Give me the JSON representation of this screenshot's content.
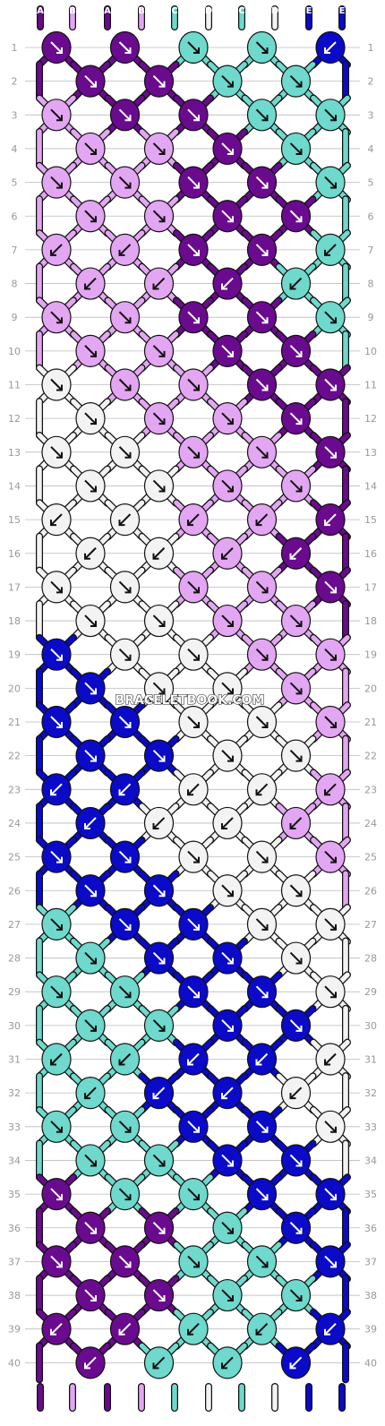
{
  "watermark": "BRACELETBOOK.COM",
  "strand_labels_top": [
    "A",
    "B",
    "A",
    "B",
    "C",
    "D",
    "C",
    "D",
    "E",
    "E"
  ],
  "strand_labels_bottom": [
    "A",
    "B",
    "A",
    "B",
    "C",
    "D",
    "C",
    "D",
    "E",
    "E"
  ],
  "row_numbers": [
    "1",
    "2",
    "3",
    "4",
    "5",
    "6",
    "7",
    "8",
    "9",
    "10",
    "11",
    "12",
    "13",
    "14",
    "15",
    "16",
    "17",
    "18",
    "19",
    "20",
    "21",
    "22",
    "23",
    "24",
    "25",
    "26",
    "27",
    "28",
    "29",
    "30",
    "31",
    "32",
    "33",
    "34",
    "35",
    "36",
    "37",
    "38",
    "39",
    "40"
  ],
  "colors": {
    "A": "#6a0a8e",
    "B": "#e3a6f2",
    "C": "#6ed9cc",
    "D": "#f3f3f3",
    "E": "#0a0ac8",
    "outline": "#111111",
    "rule": "#bbbbbb",
    "row_number": "#999999"
  },
  "knots": {
    "odd_row_columns": 5,
    "even_row_columns": 4,
    "cells": [
      "A:se",
      "A:se",
      "C:se",
      "C:se",
      "E:sw",
      "A:se",
      "A:se",
      "C:se",
      "C:se",
      "B:se",
      "A:se",
      "A:se",
      "C:se",
      "C:se",
      "B:se",
      "B:se",
      "A:se",
      "C:se",
      "B:se",
      "B:se",
      "A:se",
      "A:se",
      "C:se",
      "B:se",
      "B:se",
      "A:se",
      "A:se",
      "B:sw",
      "B:sw",
      "A:se",
      "A:se",
      "C:sw",
      "B:sw",
      "B:sw",
      "A:sw",
      "C:sw",
      "B:se",
      "B:se",
      "A:se",
      "A:se",
      "C:se",
      "B:se",
      "B:se",
      "A:se",
      "A:se",
      "D:se",
      "B:se",
      "B:se",
      "A:se",
      "A:se",
      "D:se",
      "B:se",
      "B:se",
      "A:se",
      "D:se",
      "D:se",
      "B:se",
      "B:se",
      "A:se",
      "D:se",
      "D:se",
      "B:se",
      "B:se",
      "D:sw",
      "D:sw",
      "B:sw",
      "B:sw",
      "A:sw",
      "D:sw",
      "D:sw",
      "B:sw",
      "A:sw",
      "D:se",
      "D:se",
      "B:se",
      "B:se",
      "A:se",
      "D:se",
      "D:se",
      "B:se",
      "B:se",
      "E:se",
      "D:se",
      "D:se",
      "B:se",
      "B:se",
      "E:se",
      "D:se",
      "D:se",
      "B:se",
      "E:se",
      "E:se",
      "D:se",
      "D:se",
      "B:se",
      "E:se",
      "E:se",
      "D:se",
      "D:se",
      "E:sw",
      "E:sw",
      "D:sw",
      "D:sw",
      "B:sw",
      "E:sw",
      "D:sw",
      "D:sw",
      "B:sw",
      "E:se",
      "E:se",
      "D:se",
      "D:se",
      "B:se",
      "E:se",
      "E:se",
      "D:se",
      "D:se",
      "C:se",
      "E:se",
      "E:se",
      "D:se",
      "D:se",
      "C:se",
      "E:se",
      "E:se",
      "D:se",
      "C:se",
      "C:se",
      "E:se",
      "E:se",
      "D:se",
      "C:se",
      "C:se",
      "E:se",
      "E:se",
      "C:sw",
      "C:sw",
      "E:sw",
      "E:sw",
      "D:sw",
      "C:sw",
      "E:sw",
      "E:sw",
      "D:sw",
      "C:se",
      "C:se",
      "E:se",
      "E:se",
      "D:se",
      "C:se",
      "C:se",
      "E:se",
      "E:se",
      "A:se",
      "C:se",
      "C:se",
      "E:se",
      "E:se",
      "A:se",
      "A:se",
      "C:se",
      "E:se",
      "A:se",
      "A:se",
      "C:se",
      "C:se",
      "E:se",
      "A:se",
      "A:se",
      "C:se",
      "C:se",
      "A:sw",
      "A:sw",
      "C:sw",
      "C:sw",
      "E:sw",
      "A:sw",
      "C:sw",
      "C:sw",
      "E:sw"
    ]
  }
}
